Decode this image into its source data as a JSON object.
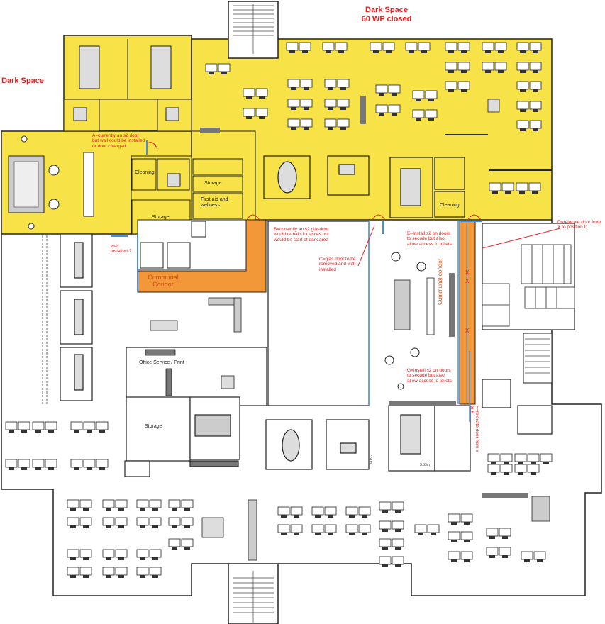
{
  "colors": {
    "yellow_zone": "#f7e347",
    "orange_corridor": "#f39839",
    "annotation_red": "#e02020",
    "wall": "#222222",
    "door_blue": "#4a90d9"
  },
  "titles": {
    "dark_space_top_line1": "Dark Space",
    "dark_space_top_line2": "60 WP closed",
    "dark_space_left": "Dark Space"
  },
  "rooms": {
    "cleaning_left": "Cleaning",
    "storage_upper": "Storage",
    "first_aid_line1": "First aid and",
    "first_aid_line2": "wellness",
    "storage_mid": "Storage",
    "cleaning_right": "Cleaning",
    "office_service": "Office Service / Print",
    "storage_lower": "Storage",
    "communal_corridor_line1": "Cummunal",
    "communal_corridor_line2": "Coridor",
    "communal_corridor_vertical": "Cummunal coridor",
    "dim_251": "2.51m",
    "dim_353": "3.53m"
  },
  "notes": {
    "a": "A=currently an s2 door but wall could be installed or door changed",
    "wall": "wall installed ?",
    "b": "B=currently an s2 glasdoor would remain for acces but would be start of dark area",
    "c": "C=glas door to be removed and wall installed",
    "e": "E=Install s2 on doors to secude but also allow access to toilets",
    "d": "D=relocate door from X to position D",
    "g": "G=Install s2 on doors to secude but also allow access to toilets",
    "f": "F=relocate door from x to F",
    "x_mark": "X"
  }
}
